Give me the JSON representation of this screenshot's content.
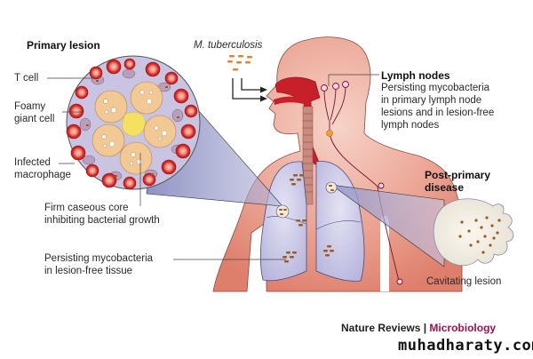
{
  "labels": {
    "primary_lesion": "Primary lesion",
    "t_cell": "T cell",
    "foamy_giant_cell_line1": "Foamy",
    "foamy_giant_cell_line2": "giant cell",
    "infected_macrophage_line1": "Infected",
    "infected_macrophage_line2": "macrophage",
    "caseous_core_line1": "Firm caseous core",
    "caseous_core_line2": "inhibiting bacterial growth",
    "persisting_tissue_line1": "Persisting mycobacteria",
    "persisting_tissue_line2": "in lesion-free tissue",
    "m_tuberculosis": "M. tuberculosis",
    "lymph_nodes_title": "Lymph nodes",
    "lymph_nodes_line1": "Persisting mycobacteria",
    "lymph_nodes_line2": "in primary lymph node",
    "lymph_nodes_line3": "lesions and in lesion-free",
    "lymph_nodes_line4": "lymph nodes",
    "post_primary_line1": "Post-primary",
    "post_primary_line2": "disease",
    "cavitating_lesion": "Cavitating lesion"
  },
  "credit": {
    "journal": "Nature Reviews",
    "separator": "|",
    "section": "Microbiology",
    "watermark": "muhadharaty.com"
  },
  "colors": {
    "skin": "#e89a88",
    "airway": "#c8202a",
    "lung": "#c9c8e6",
    "t_cell": "#d42a2a",
    "foamy_cell": "#f2c995",
    "caseous_core": "#f5e060",
    "magnify_cone": "#8a8fc0",
    "accent_magenta": "#a01050"
  }
}
